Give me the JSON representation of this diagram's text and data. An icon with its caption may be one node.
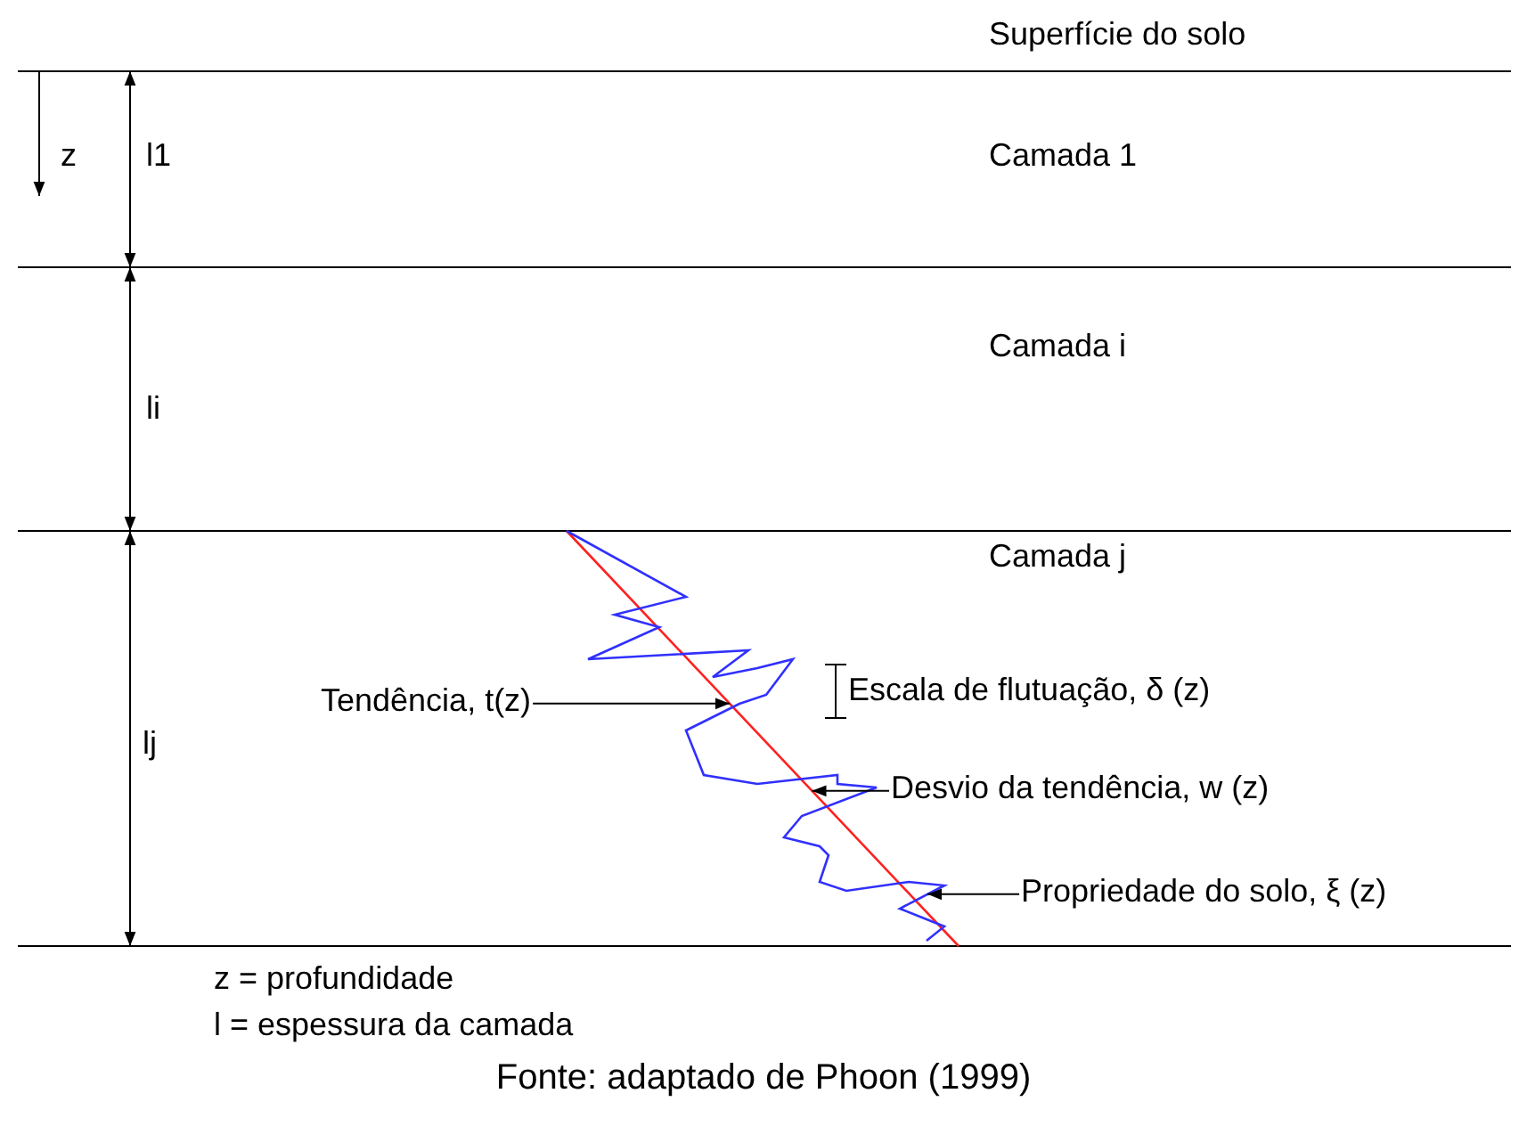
{
  "diagram": {
    "caption": "Fonte: adaptado de Phoon (1999)",
    "nodes": [
      {
        "text": [
          "Tendência, t(z)"
        ]
      },
      {
        "text": [],
        "shape": "line"
      },
      {
        "text": [
          "Desvio da tendência, w (z)"
        ]
      },
      {
        "text": [
          "Propriedade do solo, ξ (z)"
        ]
      },
      {
        "text": [],
        "shape": "line"
      }
    ],
    "edges": [
      {
        "from": 0,
        "to": 1,
        "arrow": "to"
      },
      {
        "from": 2,
        "to": 1,
        "arrow": "to"
      },
      {
        "from": 3,
        "to": 4,
        "arrow": "to"
      }
    ],
    "labels": [
      "Superfície do solo",
      "z",
      "l1",
      "Camada 1",
      "li",
      "Camada i",
      "Camada j",
      "Escala de flutuação, δ (z)",
      "lj",
      "z = profundidade",
      "l = espessura da camada"
    ]
  }
}
